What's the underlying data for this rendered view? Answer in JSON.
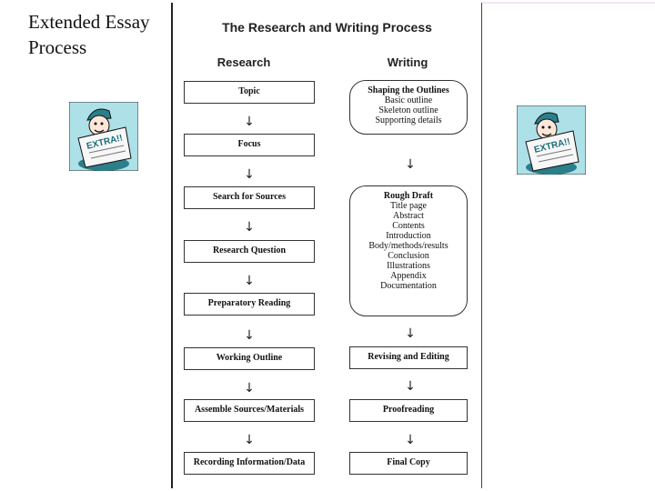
{
  "slide": {
    "title_line1": "Extended Essay",
    "title_line2": "Process"
  },
  "diagram": {
    "title": "The Research and Writing Process",
    "research_heading": "Research",
    "writing_heading": "Writing",
    "research_steps": [
      "Topic",
      "Focus",
      "Search for Sources",
      "Research Question",
      "Preparatory Reading",
      "Working Outline",
      "Assemble Sources/Materials",
      "Recording Information/Data"
    ],
    "writing_steps": {
      "outlines": {
        "title": "Shaping the Outlines",
        "items": [
          "Basic outline",
          "Skeleton outline",
          "Supporting details"
        ]
      },
      "draft": {
        "title": "Rough Draft",
        "items": [
          "Title page",
          "Abstract",
          "Contents",
          "Introduction",
          "Body/methods/results",
          "Conclusion",
          "Illustrations",
          "Appendix",
          "Documentation"
        ]
      },
      "revising": "Revising and Editing",
      "proofreading": "Proofreading",
      "final": "Final Copy"
    },
    "arrow_glyph": "↓"
  },
  "clipart": {
    "icon": "newsboy-extra-icon",
    "banner_text": "EXTRA!!"
  }
}
